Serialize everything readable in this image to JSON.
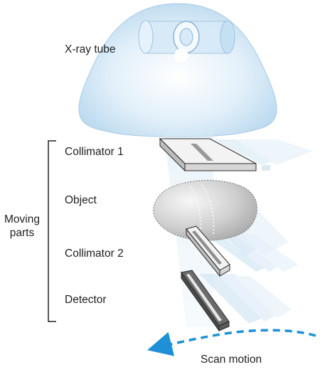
{
  "labels": {
    "xray_tube": "X-ray tube",
    "collimator1": "Collimator 1",
    "object": "Object",
    "collimator2": "Collimator 2",
    "detector": "Detector",
    "moving_line1": "Moving",
    "moving_line2": "parts",
    "scan_motion": "Scan motion"
  },
  "colors": {
    "tube_fill": "#cfe6f6",
    "ghost_fill": "#cfe3f2",
    "plate_fill": "#f2f2f2",
    "plate_edge": "#2b2b2b",
    "object_fill": "#c9c9c9",
    "detector_fill": "#6b6b6b",
    "arrow": "#1e90d6"
  }
}
